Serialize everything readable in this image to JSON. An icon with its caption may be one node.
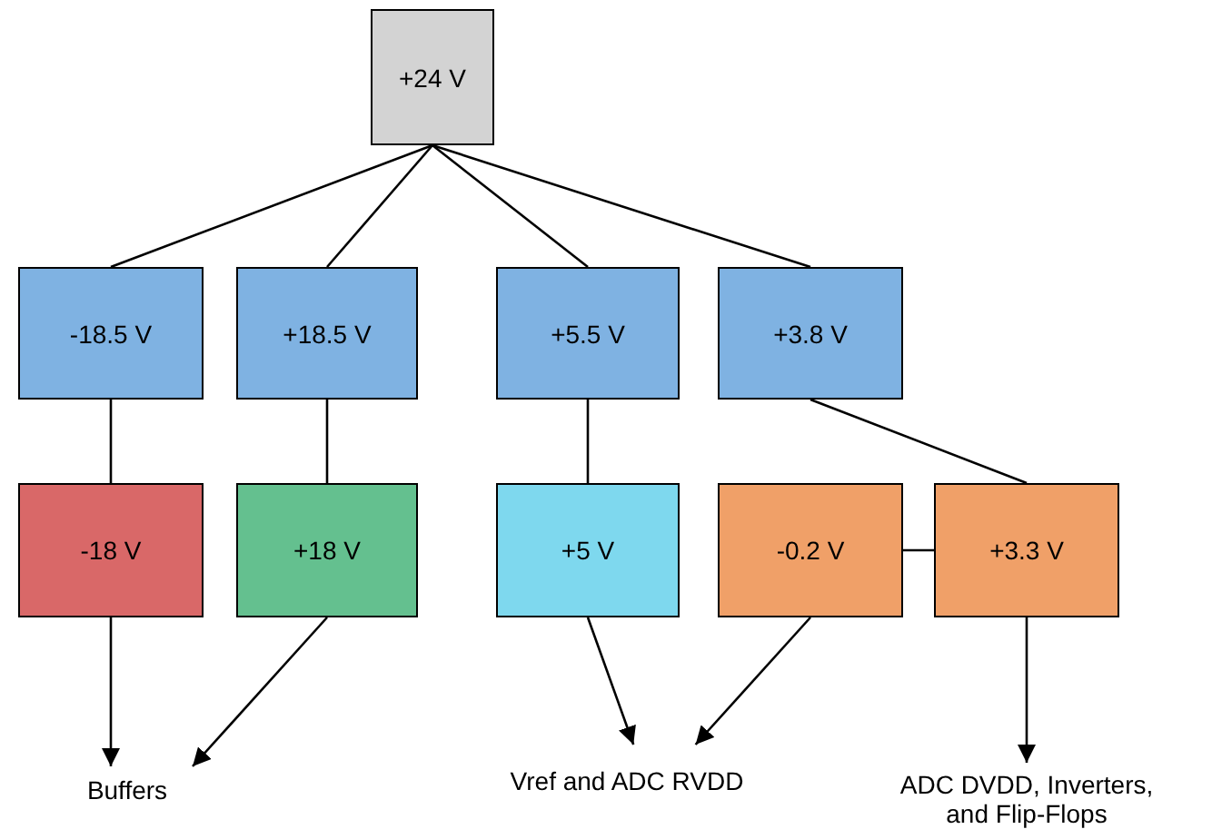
{
  "diagram": {
    "nodes": [
      {
        "text": [
          "+24 V"
        ]
      },
      {
        "text": [
          "-18.5 V"
        ]
      },
      {
        "text": [
          "+18.5 V"
        ]
      },
      {
        "text": [
          "+5.5 V"
        ]
      },
      {
        "text": [
          "+3.8 V"
        ]
      },
      {
        "text": [
          "-18 V"
        ]
      },
      {
        "text": [
          "+18 V"
        ]
      },
      {
        "text": [
          "+5 V"
        ]
      },
      {
        "text": [
          "-0.2 V"
        ]
      },
      {
        "text": [
          "+3.3 V"
        ]
      },
      {
        "text": [
          "Buffers"
        ]
      },
      {
        "text": [
          "Vref and ADC RVDD"
        ]
      },
      {
        "text": [
          "ADC DVDD, Inverters, and Flip-Flops"
        ]
      }
    ],
    "edges": [
      {
        "from": 0,
        "to": 1,
        "arrow": "none"
      },
      {
        "from": 0,
        "to": 2,
        "arrow": "none"
      },
      {
        "from": 0,
        "to": 3,
        "arrow": "none"
      },
      {
        "from": 0,
        "to": 4,
        "arrow": "none"
      },
      {
        "from": 1,
        "to": 5,
        "arrow": "none"
      },
      {
        "from": 2,
        "to": 6,
        "arrow": "none"
      },
      {
        "from": 3,
        "to": 7,
        "arrow": "none"
      },
      {
        "from": 4,
        "to": 9,
        "arrow": "none"
      },
      {
        "from": 8,
        "to": 9,
        "arrow": "none"
      },
      {
        "from": 5,
        "to": 10,
        "arrow": "to"
      },
      {
        "from": 6,
        "to": 10,
        "arrow": "to"
      },
      {
        "from": 7,
        "to": 11,
        "arrow": "to"
      },
      {
        "from": 8,
        "to": 11,
        "arrow": "to"
      },
      {
        "from": 9,
        "to": 12,
        "arrow": "to"
      }
    ]
  }
}
